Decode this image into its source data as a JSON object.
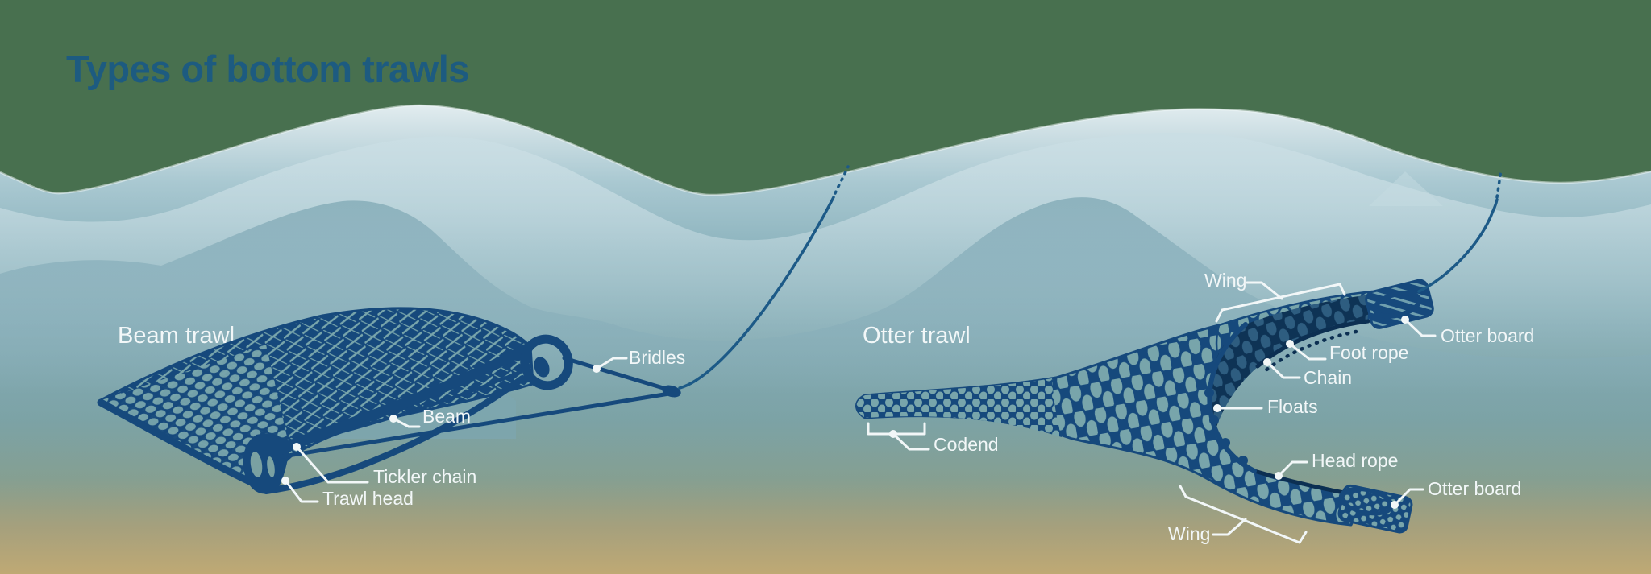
{
  "title": "Types of bottom trawls",
  "palette": {
    "background_green": "#48704f",
    "water_surface_light": "#e8f1f3",
    "water_mid": "#8db4be",
    "water_deep": "#799f9f",
    "seabed_sand": "#bfa974",
    "net_navy": "#16497c",
    "net_dark_navy": "#0e3355",
    "title_text": "#1d5b80",
    "label_text": "#f2f7f8"
  },
  "beam_trawl": {
    "heading": "Beam trawl",
    "labels": {
      "bridles": "Bridles",
      "beam": "Beam",
      "tickler_chain": "Tickler chain",
      "trawl_head": "Trawl head"
    }
  },
  "otter_trawl": {
    "heading": "Otter trawl",
    "labels": {
      "wing_upper": "Wing",
      "otter_board_upper": "Otter board",
      "foot_rope": "Foot rope",
      "chain": "Chain",
      "floats": "Floats",
      "codend": "Codend",
      "head_rope": "Head rope",
      "otter_board_lower": "Otter board",
      "wing_lower": "Wing"
    }
  }
}
